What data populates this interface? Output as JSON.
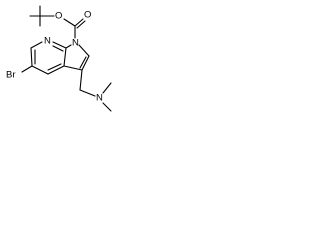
{
  "molecule": {
    "atom_labels": {
      "O_ether": "O",
      "O_carbonyl": "O",
      "N_pyrrole": "N",
      "N_pyridine": "N",
      "Br": "Br",
      "N_amine": "N"
    }
  },
  "colors": {
    "bond": "#000000",
    "label": "#000000",
    "background": "#ffffff"
  }
}
